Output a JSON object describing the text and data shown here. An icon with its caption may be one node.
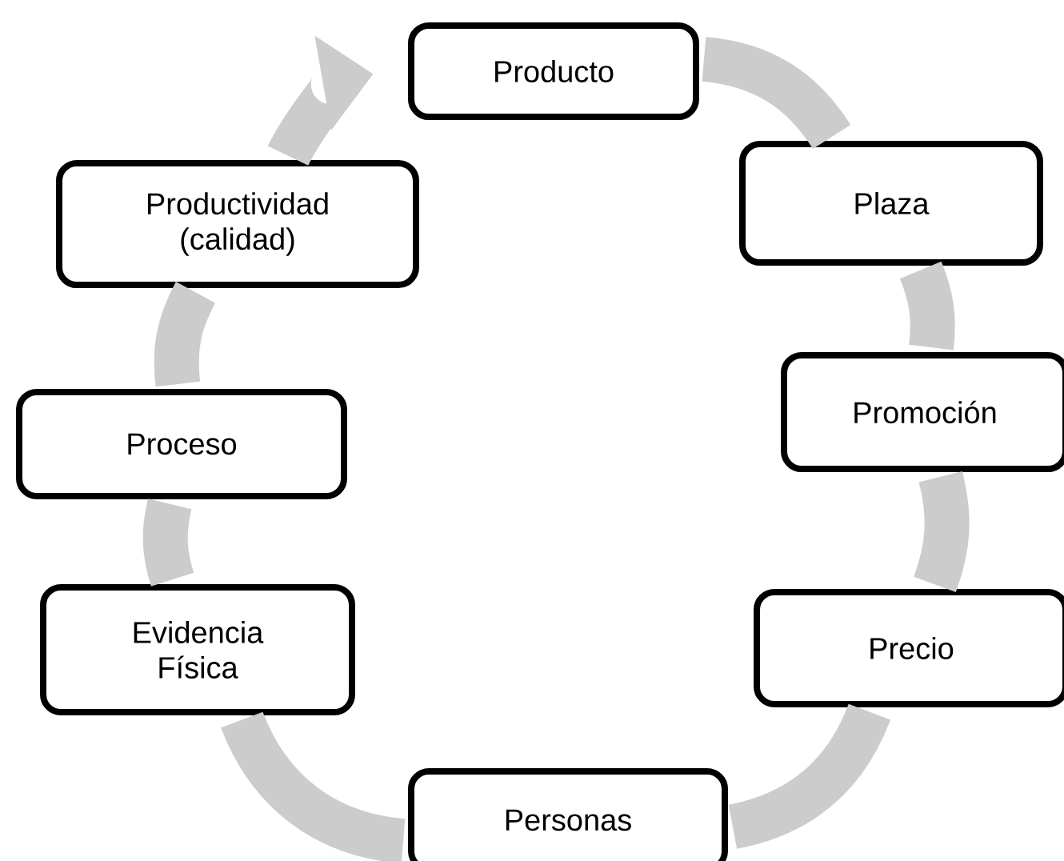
{
  "diagram": {
    "nodes": [
      {
        "text": [
          "Producto"
        ]
      },
      {
        "text": [
          "Plaza"
        ]
      },
      {
        "text": [
          "Promoción"
        ]
      },
      {
        "text": [
          "Precio"
        ]
      },
      {
        "text": [
          "Personas"
        ]
      },
      {
        "text": [
          "Evidencia Física"
        ]
      },
      {
        "text": [
          "Proceso"
        ]
      },
      {
        "text": [
          "Productividad (calidad)"
        ]
      }
    ],
    "edges": [
      {
        "from": 0,
        "to": 1,
        "arrow": "none"
      },
      {
        "from": 1,
        "to": 2,
        "arrow": "none"
      },
      {
        "from": 2,
        "to": 3,
        "arrow": "none"
      },
      {
        "from": 3,
        "to": 4,
        "arrow": "none"
      },
      {
        "from": 4,
        "to": 5,
        "arrow": "none"
      },
      {
        "from": 5,
        "to": 6,
        "arrow": "none"
      },
      {
        "from": 6,
        "to": 7,
        "arrow": "none"
      },
      {
        "from": 7,
        "to": 0,
        "arrow": "to"
      }
    ]
  }
}
